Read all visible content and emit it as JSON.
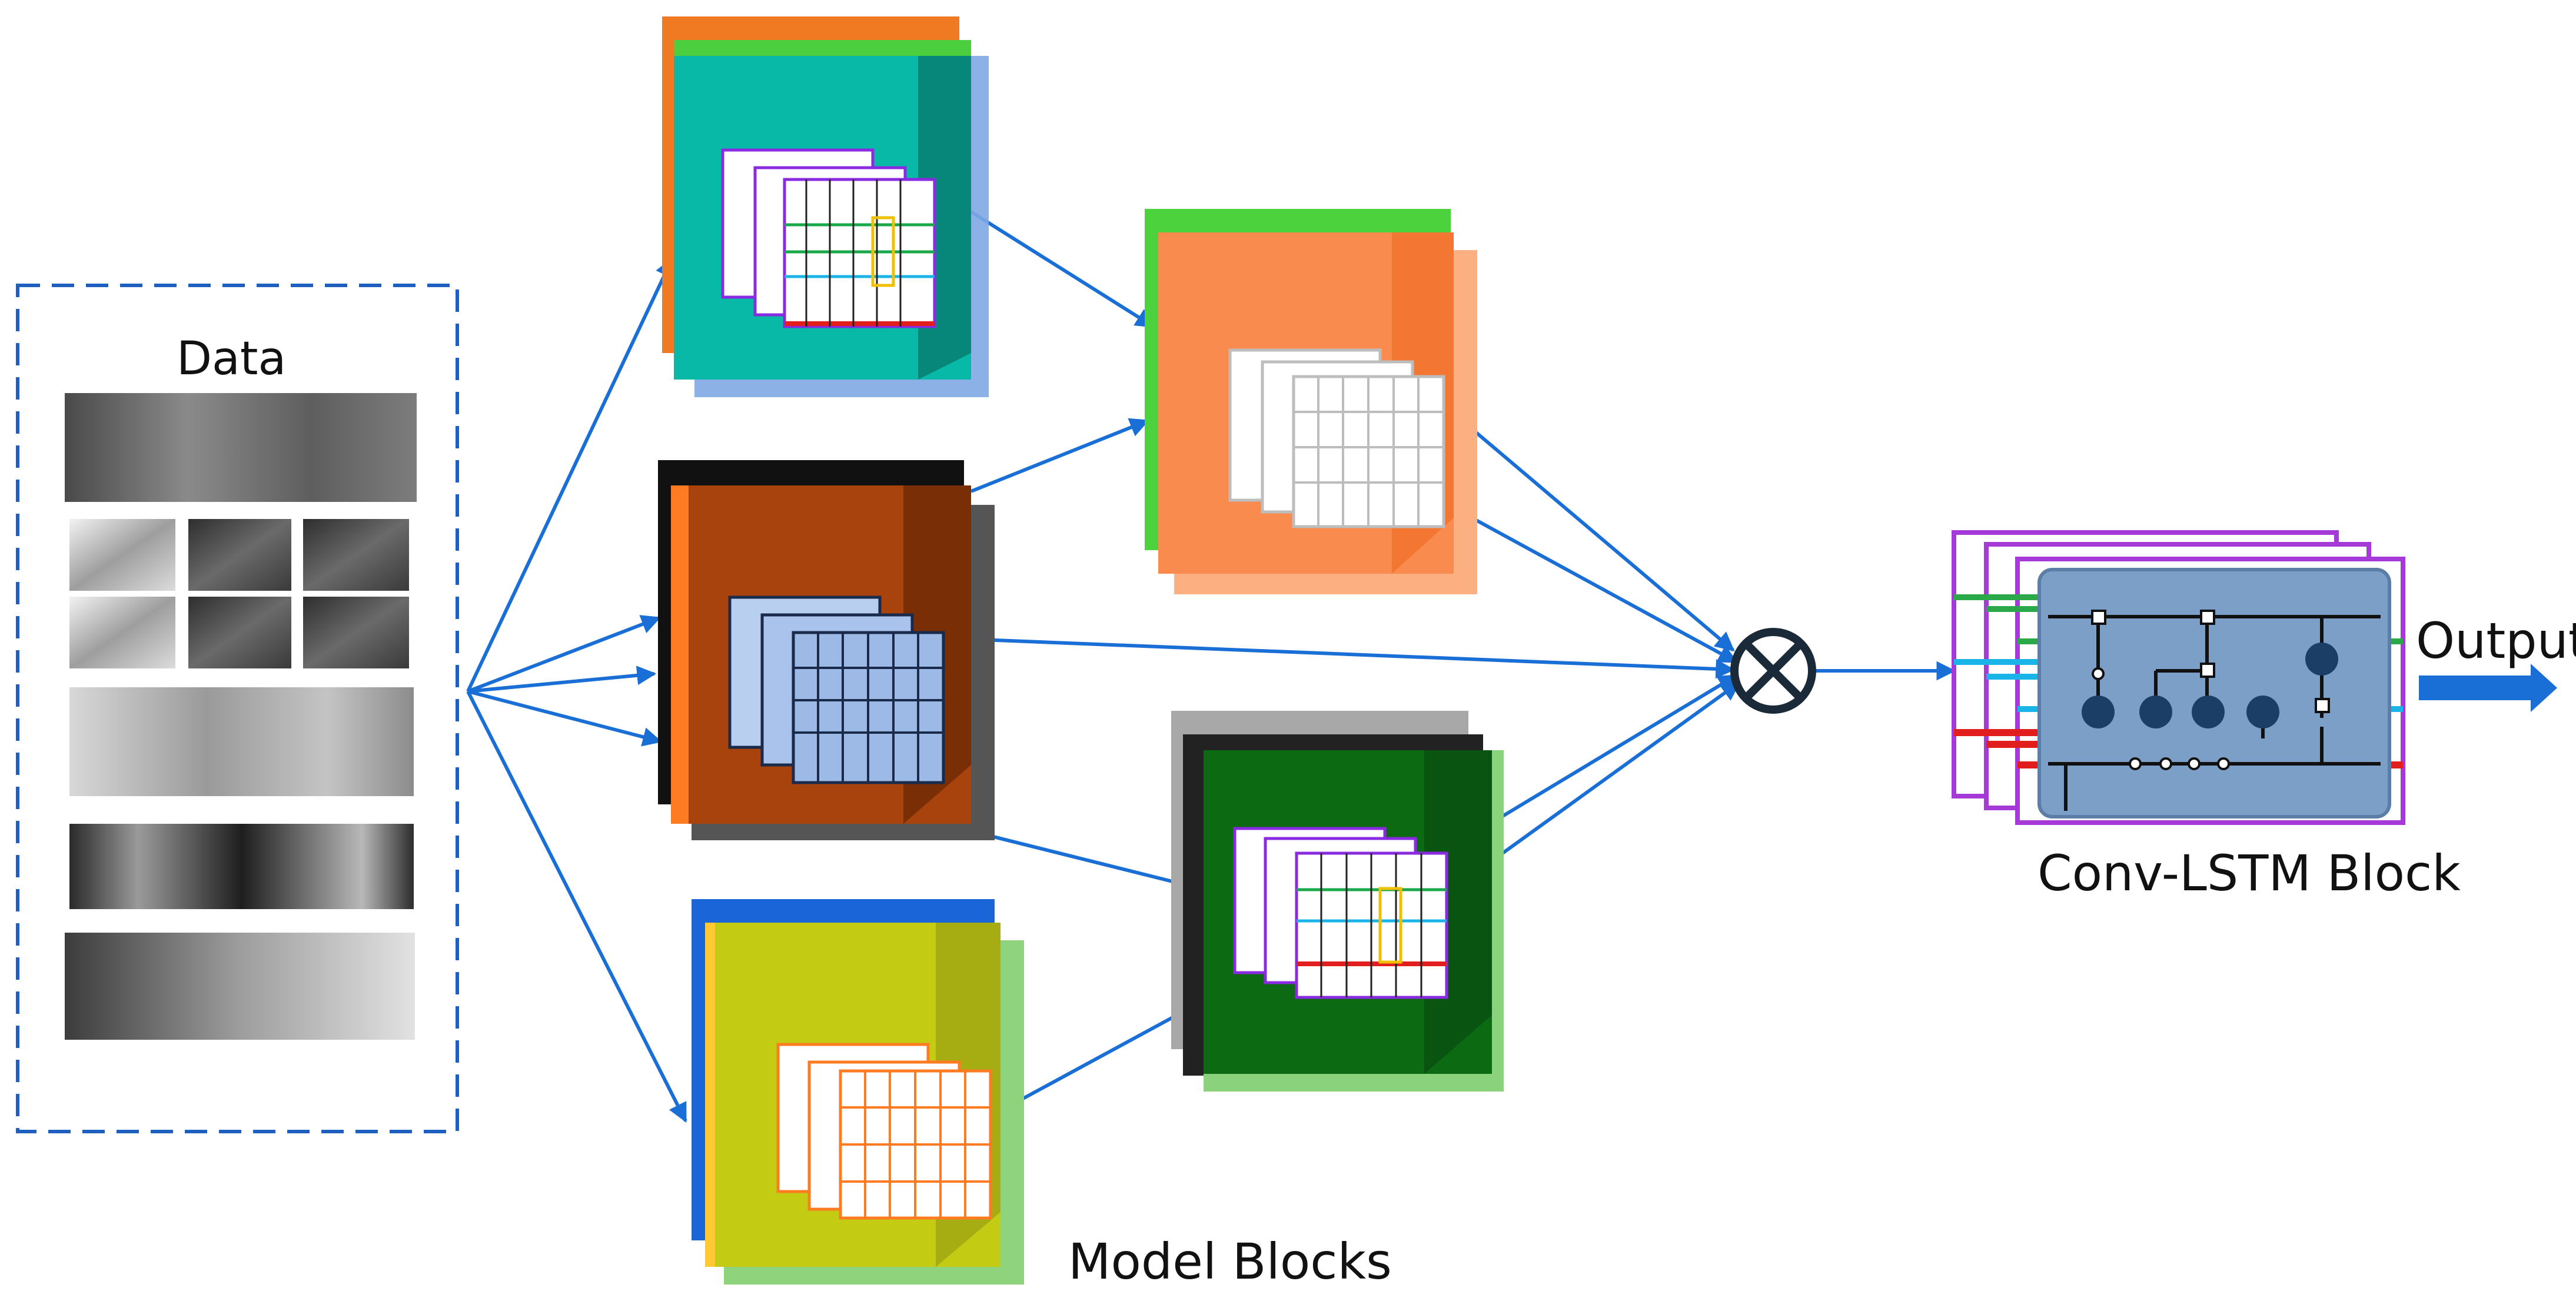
{
  "labels": {
    "data": "Data",
    "model_blocks": "Model Blocks",
    "conv_lstm": "Conv-LSTM Block",
    "output": "Output"
  },
  "colors": {
    "arrow": "#1a6fd6",
    "dashed_border": "#1f5fbf",
    "block1": [
      "#f07a22",
      "#4ccf3e",
      "#08b9a8",
      "#7ea9e4"
    ],
    "block2": [
      "#111111",
      "#ff7b22",
      "#8b3608",
      "#555555"
    ],
    "block3": [
      "#1a66d8",
      "#ffc935",
      "#c3cc12",
      "#8fd47c"
    ],
    "block4": [
      "#4cd23c",
      "#f98b4e",
      "#fcb082"
    ],
    "block5": [
      "#a8a8a8",
      "#222222",
      "#0b6a12",
      "#8ad27c"
    ],
    "lstm_panel": "#7c9fc8",
    "lstm_frames": [
      "#a53ad8",
      "#2aa84a",
      "#1ab4e8",
      "#e11d1d"
    ]
  }
}
